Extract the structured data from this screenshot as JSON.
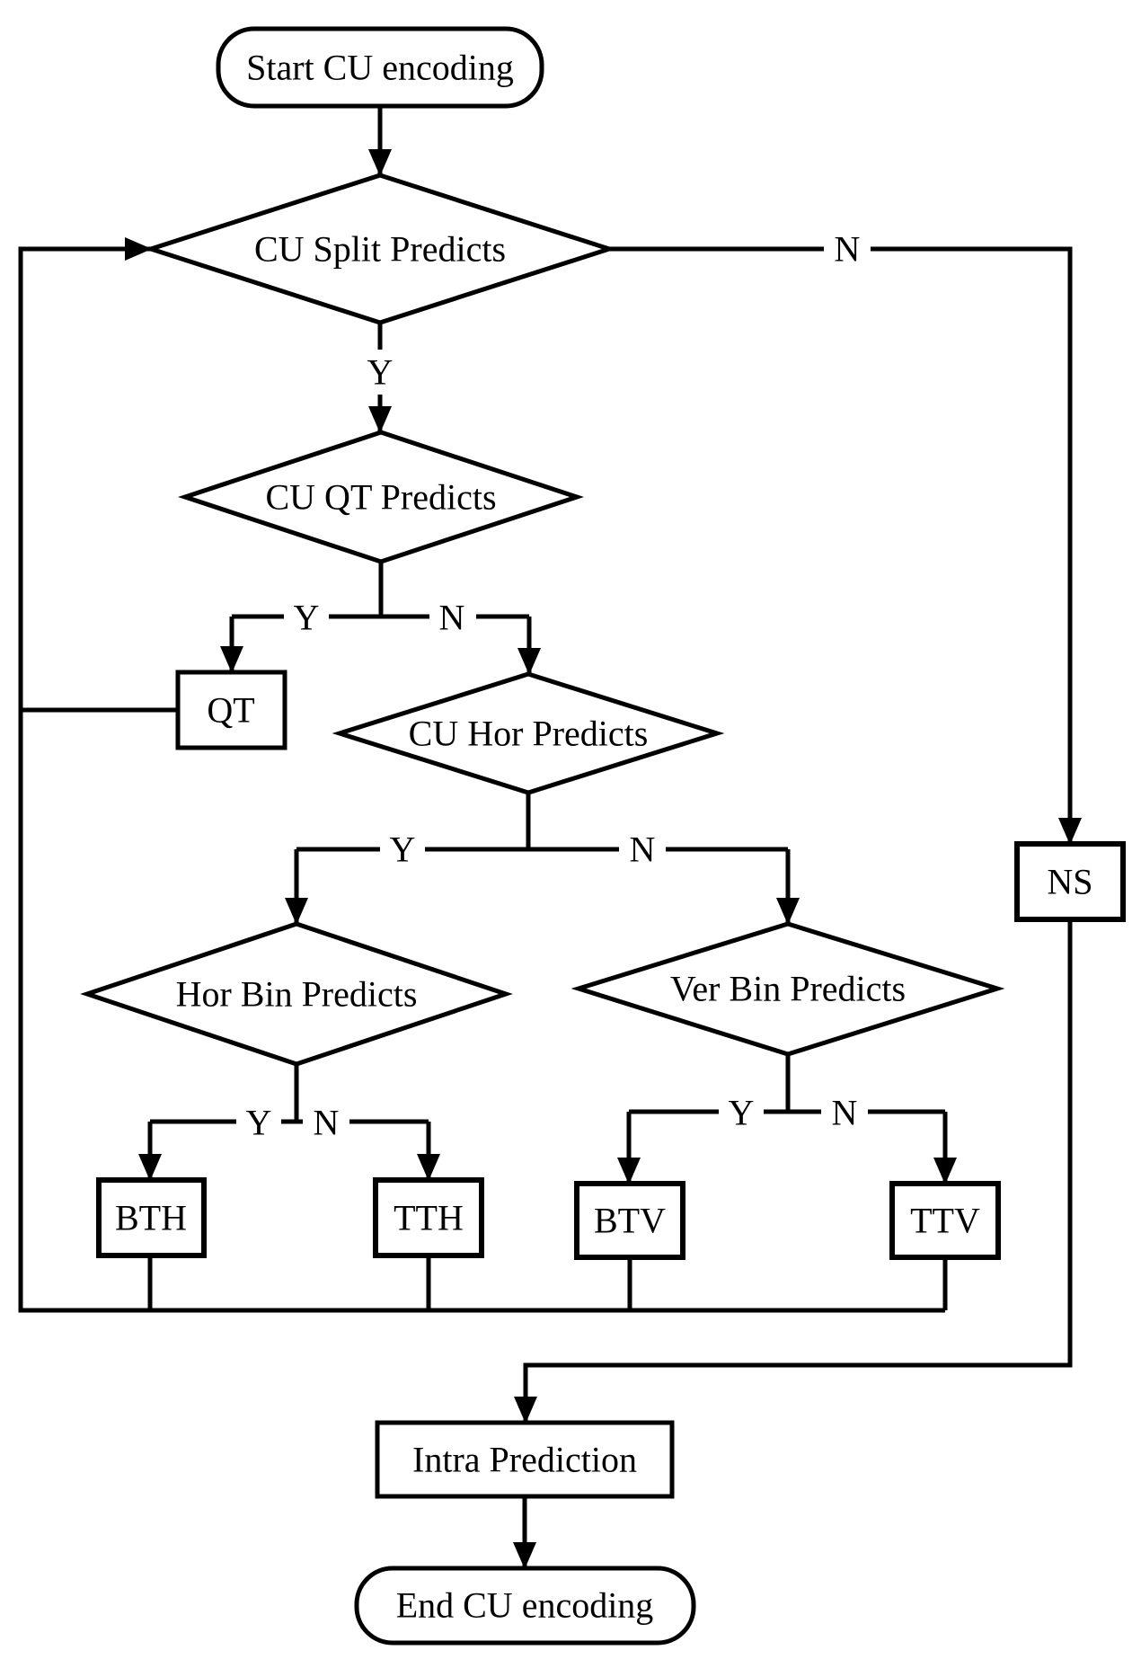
{
  "diagram": {
    "type": "flowchart",
    "nodes": {
      "start": {
        "label": "Start CU encoding"
      },
      "cu_split": {
        "label": "CU Split Predicts"
      },
      "cu_qt": {
        "label": "CU QT Predicts"
      },
      "qt": {
        "label": "QT"
      },
      "cu_hor": {
        "label": "CU Hor Predicts"
      },
      "hor_bin": {
        "label": "Hor Bin Predicts"
      },
      "ver_bin": {
        "label": "Ver Bin Predicts"
      },
      "bth": {
        "label": "BTH"
      },
      "tth": {
        "label": "TTH"
      },
      "btv": {
        "label": "BTV"
      },
      "ttv": {
        "label": "TTV"
      },
      "ns": {
        "label": "NS"
      },
      "intra": {
        "label": "Intra Prediction"
      },
      "end": {
        "label": "End CU encoding"
      }
    },
    "branch_labels": {
      "yes": "Y",
      "no": "N"
    },
    "colors": {
      "stroke": "#000000",
      "fill": "#ffffff"
    }
  }
}
